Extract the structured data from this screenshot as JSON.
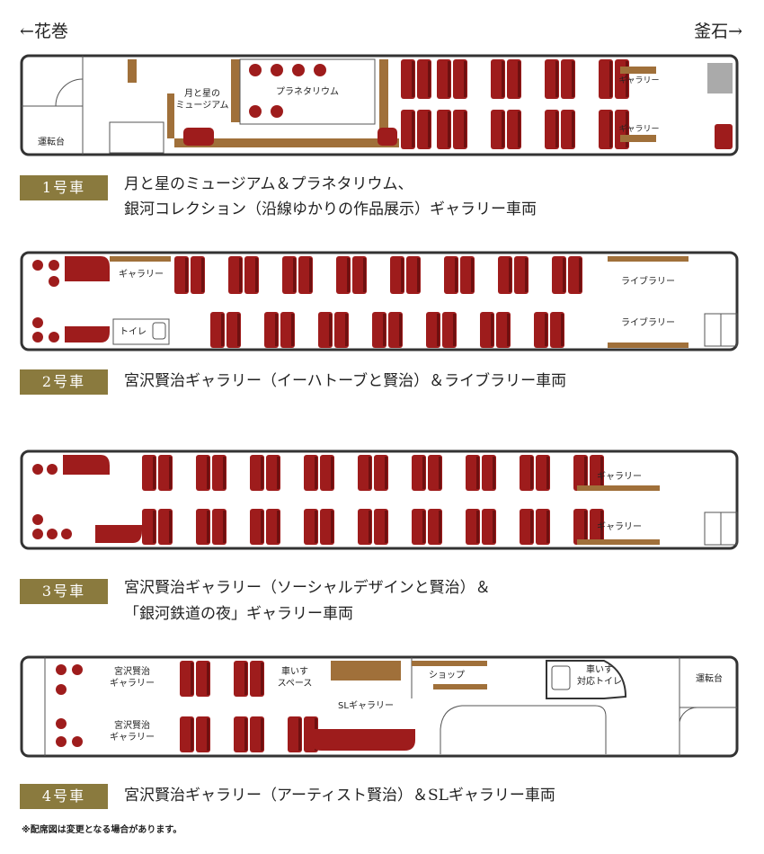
{
  "header": {
    "left_direction": "←花巻",
    "right_direction": "釜石→"
  },
  "cars": [
    {
      "badge": "1号車",
      "caption_lines": [
        "月と星のミュージアム＆プラネタリウム、",
        "銀河コレクション（沿線ゆかりの作品展示）ギャラリー車両"
      ],
      "labels": {
        "cab": "運転台",
        "museum": "月と星の\nミュージアム",
        "planetarium": "プラネタリウム",
        "gallery_top": "ギャラリー",
        "gallery_bottom": "ギャラリー"
      }
    },
    {
      "badge": "2号車",
      "caption_lines": [
        "宮沢賢治ギャラリー（イーハトーブと賢治）＆ライブラリー車両"
      ],
      "labels": {
        "gallery": "ギャラリー",
        "toilet": "トイレ",
        "library_top": "ライブラリー",
        "library_bottom": "ライブラリー"
      }
    },
    {
      "badge": "3号車",
      "caption_lines": [
        "宮沢賢治ギャラリー（ソーシャルデザインと賢治）＆",
        "「銀河鉄道の夜」ギャラリー車両"
      ],
      "labels": {
        "gallery_top": "ギャラリー",
        "gallery_bottom": "ギャラリー"
      }
    },
    {
      "badge": "4号車",
      "caption_lines": [
        "宮沢賢治ギャラリー（アーティスト賢治）＆SLギャラリー車両"
      ],
      "labels": {
        "miyazawa_top": "宮沢賢治\nギャラリー",
        "miyazawa_bottom": "宮沢賢治\nギャラリー",
        "wheelchair_space": "車いす\nスペース",
        "sl_gallery": "SLギャラリー",
        "shop": "ショップ",
        "accessible_toilet": "車いす\n対応トイレ",
        "cab": "運転台"
      }
    }
  ],
  "note": "※配席図は変更となる場合があります。",
  "colors": {
    "seat": "#9e1c1c",
    "seat_dark": "#6e1010",
    "wood": "#a0703a",
    "badge": "#8a7a3e",
    "outline": "#333333"
  }
}
